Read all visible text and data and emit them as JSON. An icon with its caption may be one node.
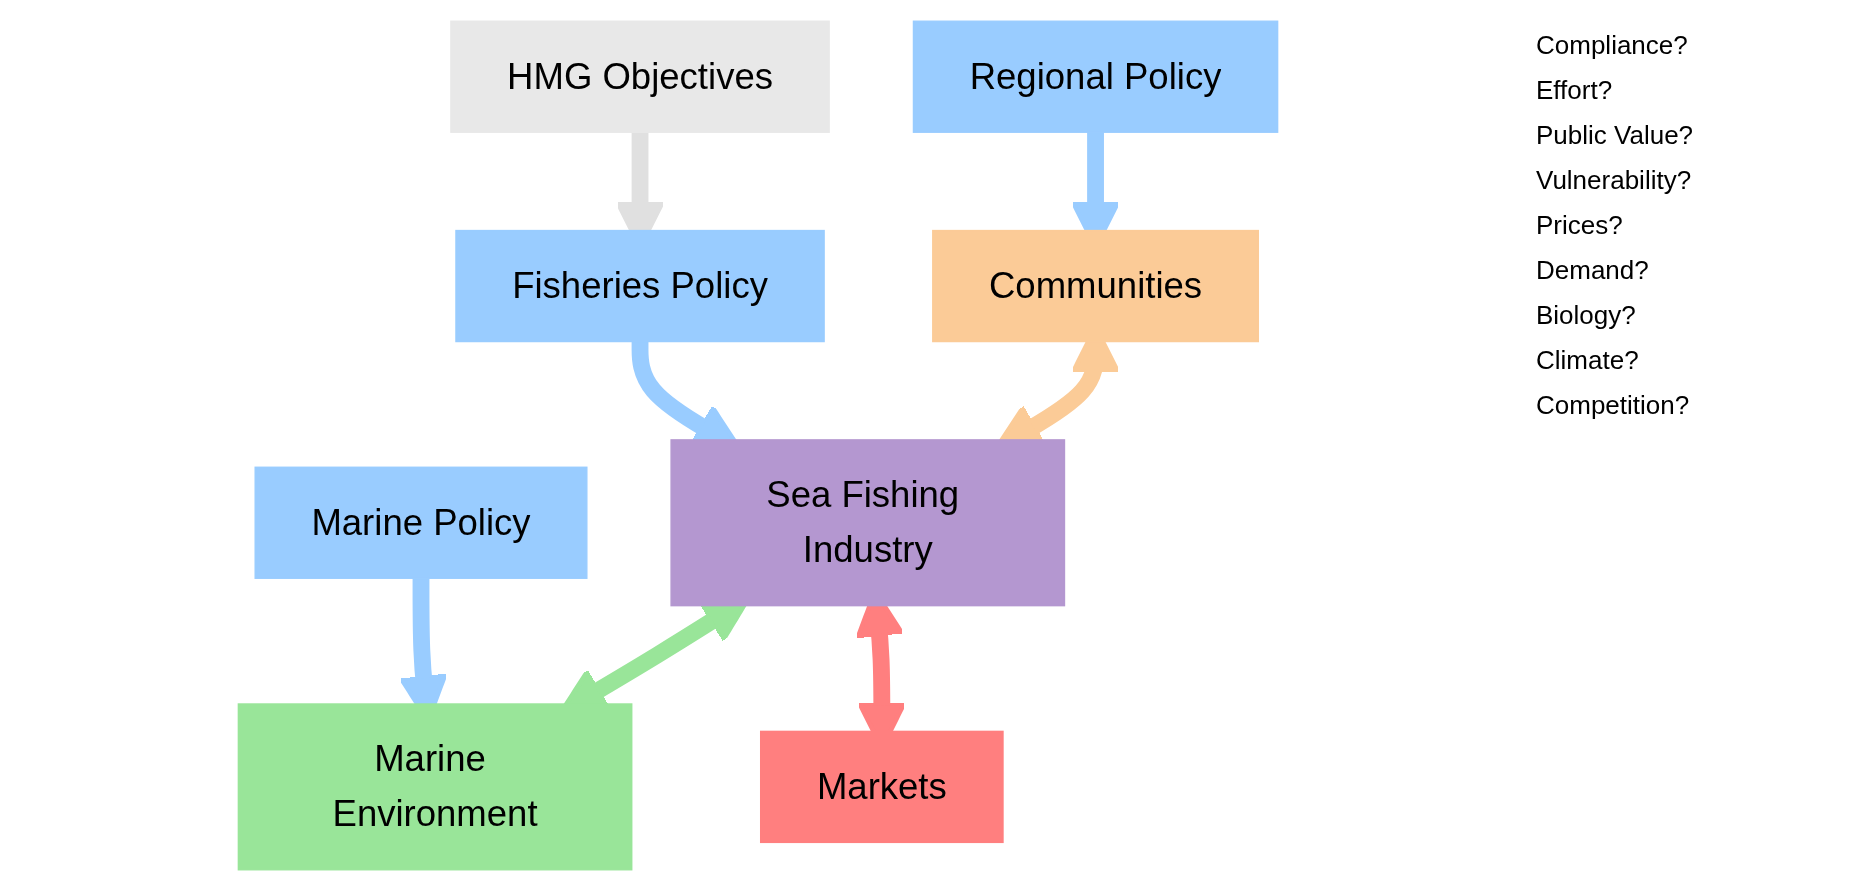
{
  "diagram": {
    "nodes": [
      {
        "text": [
          "HMG Objectives"
        ]
      },
      {
        "text": [
          "Regional Policy"
        ]
      },
      {
        "text": [
          "Fisheries Policy"
        ]
      },
      {
        "text": [
          "Marine Policy"
        ]
      },
      {
        "text": [
          "Communities"
        ]
      },
      {
        "text": [
          "Sea Fishing Industry"
        ]
      },
      {
        "text": [
          "Marine Environment"
        ]
      },
      {
        "text": [
          "Markets"
        ]
      }
    ],
    "edges": [
      {
        "from": 0,
        "to": 2,
        "arrow": "to",
        "color": "#e0e0e0"
      },
      {
        "from": 1,
        "to": 4,
        "arrow": "to"
      },
      {
        "from": 2,
        "to": 5,
        "arrow": "to"
      },
      {
        "from": 3,
        "to": 6,
        "arrow": "to"
      },
      {
        "from": 4,
        "to": 5,
        "arrow": "both",
        "color": "#fbcb97"
      },
      {
        "from": 5,
        "to": 6,
        "arrow": "both",
        "color": "#99e599"
      },
      {
        "from": 5,
        "to": 7,
        "arrow": "both",
        "color": "#ff7f7f"
      }
    ],
    "labels": [
      "Compliance?",
      "Effort?",
      "Public Value?",
      "Vulnerability?",
      "Prices?",
      "Demand?",
      "Biology?",
      "Climate?",
      "Competition?"
    ]
  }
}
